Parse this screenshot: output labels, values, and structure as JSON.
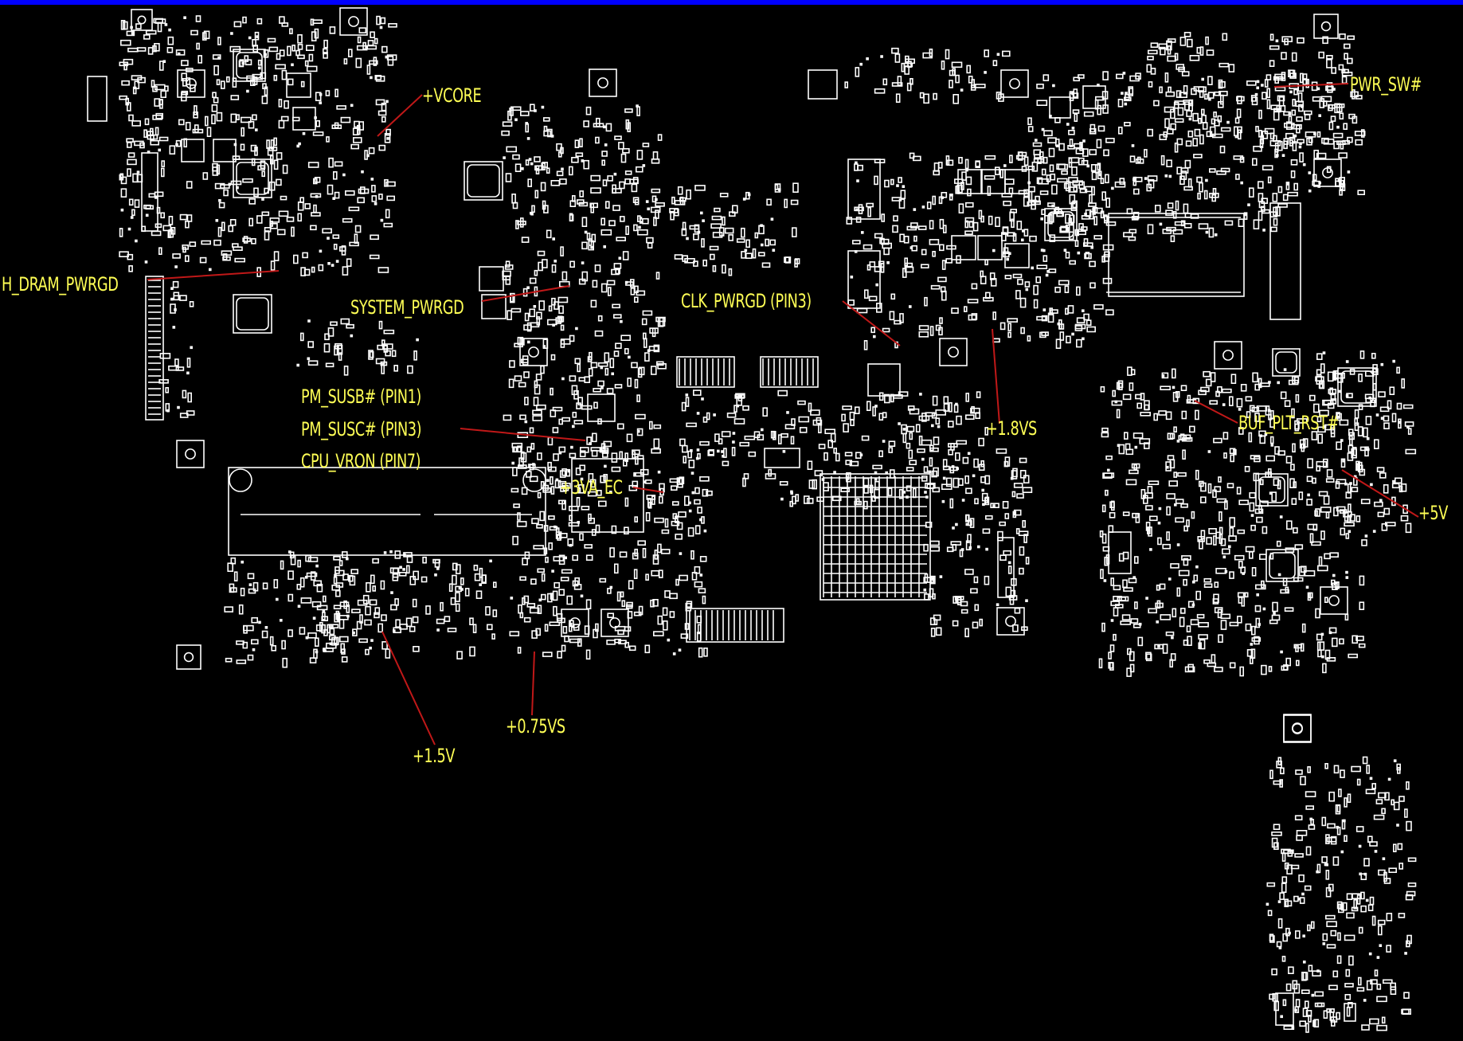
{
  "colors": {
    "background": "#000000",
    "top_bar": "#0000ff",
    "silkscreen": "#ffffff",
    "label": "#ffff55",
    "leader": "#c01818"
  },
  "labels": {
    "vcore": "+VCORE",
    "pwr_sw": "PWR_SW#",
    "h_dram_pwrgd": "H_DRAM_PWRGD",
    "system_pwrgd": "SYSTEM_PWRGD",
    "clk_pwrgd": "CLK_PWRGD (PIN3)",
    "pm_susb": "PM_SUSB# (PIN1)",
    "pm_susc": "PM_SUSC# (PIN3)",
    "cpu_vron": "CPU_VRON (PIN7)",
    "v3va_ec": "+3VA_EC",
    "v1_8vs": "+1.8VS",
    "buf_plt_rst": "BUF_PLT_RST#",
    "v5": "+5V",
    "v0_75vs": "+0.75VS",
    "v1_5": "+1.5V"
  }
}
